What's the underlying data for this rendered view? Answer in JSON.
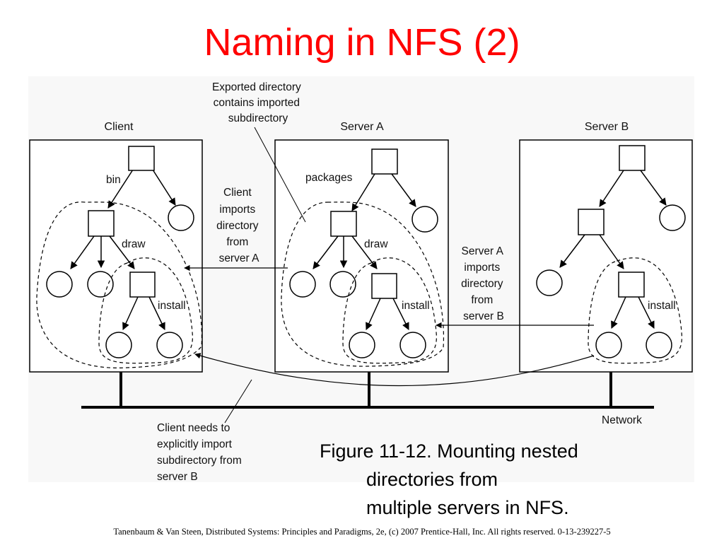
{
  "title": "Naming in NFS (2)",
  "machines": {
    "client": "Client",
    "server_a": "Server A",
    "server_b": "Server B"
  },
  "edge_labels": {
    "bin": "bin",
    "draw": "draw",
    "install": "install",
    "packages": "packages"
  },
  "annotations": {
    "exported": [
      "Exported directory",
      "contains imported",
      "subdirectory"
    ],
    "client_imports": [
      "Client",
      "imports",
      "directory",
      "from",
      "server A"
    ],
    "server_a_imports": [
      "Server A",
      "imports",
      "directory",
      "from",
      "server B"
    ],
    "client_needs": [
      "Client needs to",
      "explicitly import",
      "subdirectory from",
      "server B"
    ]
  },
  "network_label": "Network",
  "caption": {
    "line1": "Figure 11-12. Mounting nested",
    "line2": "directories from",
    "line3": "multiple servers in NFS."
  },
  "footer": "Tanenbaum & Van Steen, Distributed Systems: Principles and Paradigms, 2e, (c) 2007 Prentice-Hall, Inc. All rights reserved. 0-13-239227-5"
}
